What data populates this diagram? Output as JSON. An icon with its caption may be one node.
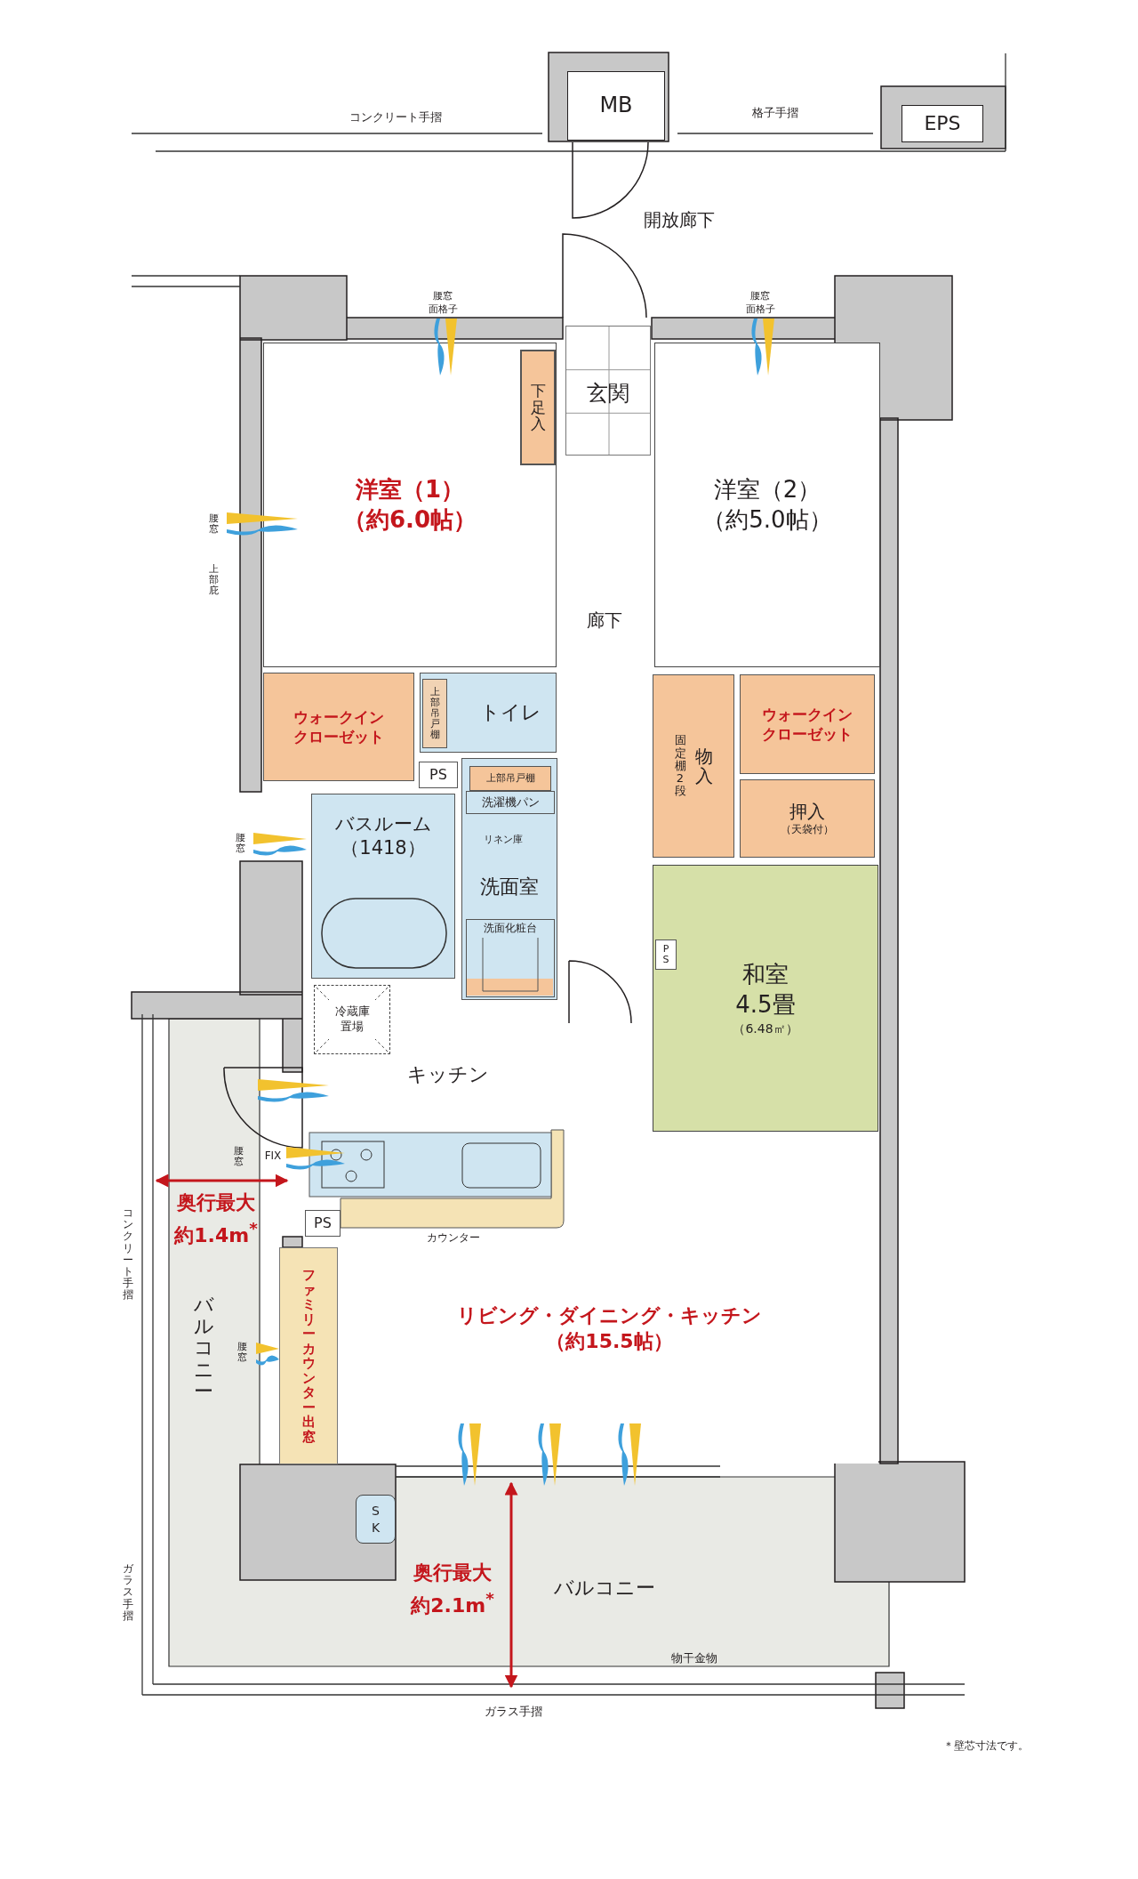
{
  "diagram": {
    "nodes": [
      {
        "text": [
          "MB"
        ]
      },
      {
        "text": [
          "EPS"
        ]
      },
      {
        "text": [
          "玄関"
        ]
      },
      {
        "text": [
          "洋室（1）",
          "（約6.0帖）"
        ]
      },
      {
        "text": [
          "下足入"
        ],
        "in": 3
      },
      {
        "text": [
          "洋室（2）",
          "（約5.0帖）"
        ]
      },
      {
        "text": [
          "ウォークインクローゼット"
        ]
      },
      {
        "text": [
          "トイレ"
        ]
      },
      {
        "text": [
          "上部吊戸棚"
        ],
        "in": 7
      },
      {
        "text": [
          "PS"
        ]
      },
      {
        "text": [
          "洗面室"
        ]
      },
      {
        "text": [
          "上部吊戸棚"
        ],
        "in": 10
      },
      {
        "text": [
          "洗濯機パン"
        ],
        "in": 10
      },
      {
        "text": [
          "洗面化粧台"
        ],
        "in": 10
      },
      {
        "text": [
          "バスルーム",
          "（1418）"
        ]
      },
      {
        "text": [
          "固定棚2段",
          "物入"
        ]
      },
      {
        "text": [
          "ウォークインクローゼット"
        ]
      },
      {
        "text": [
          "押入",
          "（天袋付）"
        ]
      },
      {
        "text": [
          "和室",
          "4.5畳",
          "（6.48㎡）"
        ]
      },
      {
        "text": [
          "PS"
        ],
        "in": 18
      },
      {
        "text": [
          "冷蔵庫置場"
        ]
      },
      {
        "text": [
          "PS"
        ]
      },
      {
        "text": [
          "ファミリーカウンター出窓"
        ]
      },
      {
        "text": [
          "リビング・ダイニング・キッチン",
          "（約15.5帖）"
        ]
      },
      {
        "text": [
          "SK"
        ]
      }
    ],
    "labels": [
      "コンクリート手摺",
      "格子手摺",
      "開放廊下",
      "腰窓",
      "面格子",
      "腰窓",
      "面格子",
      "腰窓",
      "上部庇",
      "廊下",
      "リネン庫",
      "腰窓",
      "キッチン",
      "腰窓",
      "FIX",
      "カウンター",
      "奥行最大",
      "約1.4m$^{*}$",
      "コンクリート手摺",
      "腰窓",
      "バルコニー",
      "ガラス手摺",
      "奥行最大",
      "約2.1m$^{*}$",
      "バルコニー",
      "物干金物",
      "ガラス手摺",
      "＊壁芯寸法です。"
    ]
  }
}
